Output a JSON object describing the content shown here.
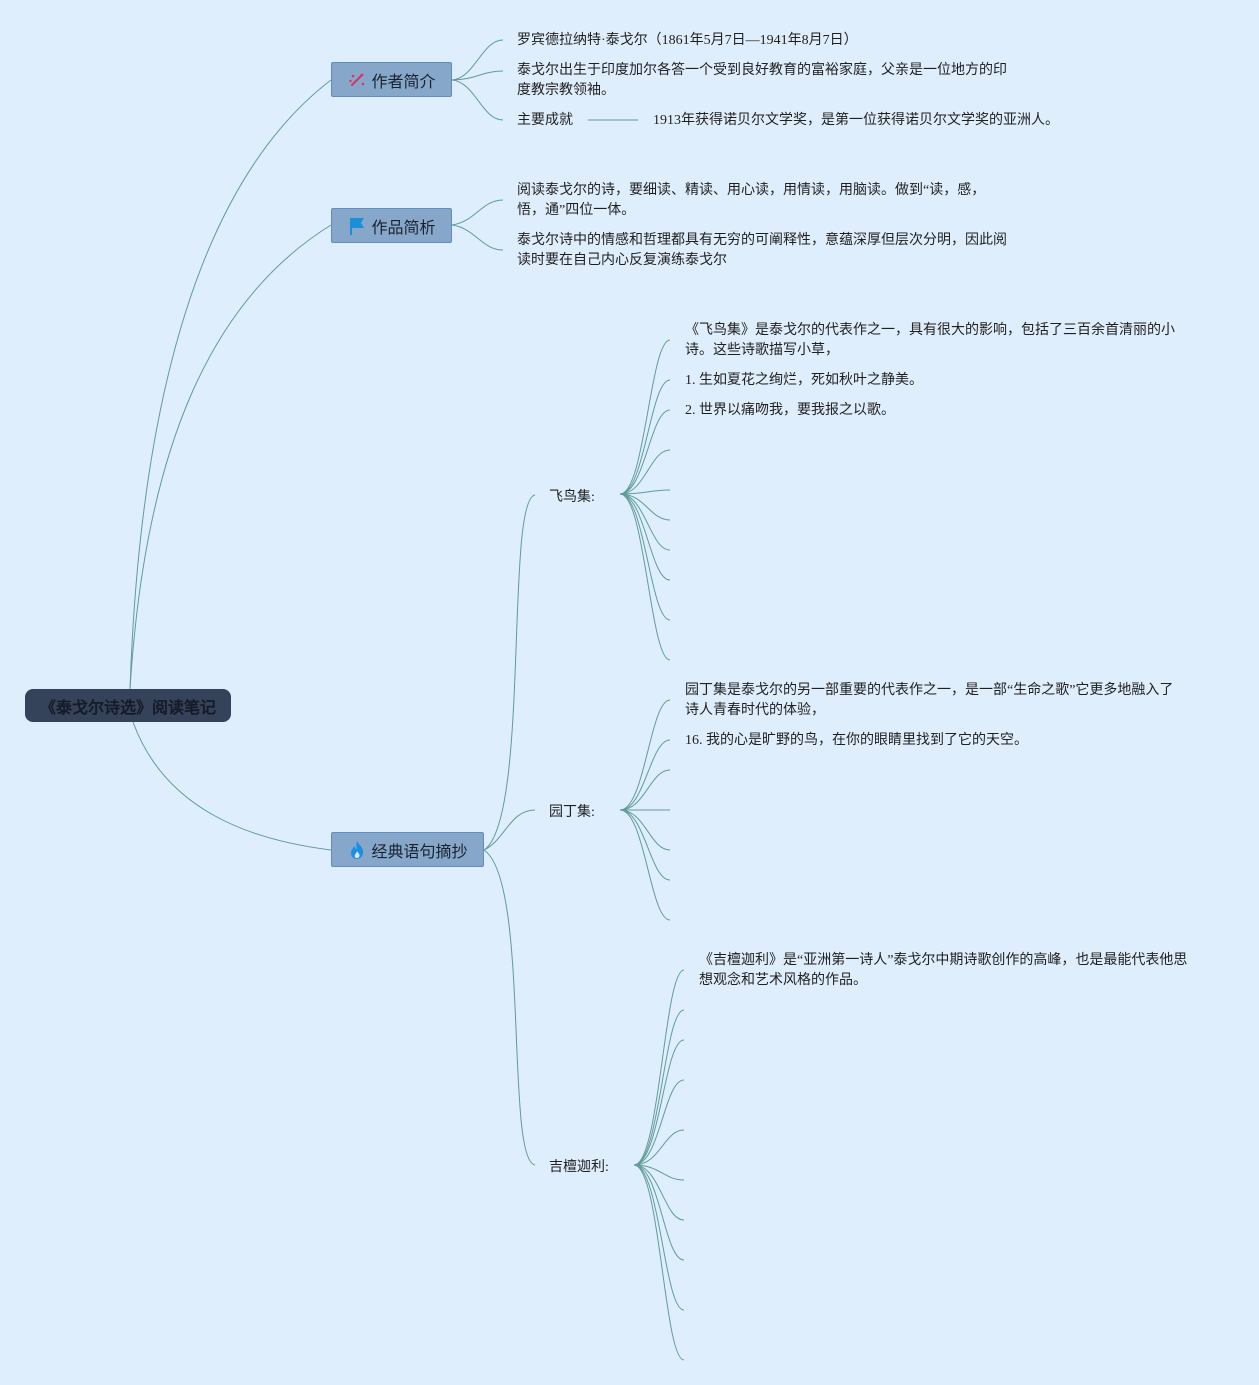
{
  "root": {
    "title": "《泰戈尔诗选》阅读笔记"
  },
  "branches": [
    {
      "label": "作者简介",
      "icon": "sparkle-wand-icon",
      "icon_color": "#d6336c",
      "leaves": [
        "罗宾德拉纳特·泰戈尔（1861年5月7日—1941年8月7日）",
        "泰戈尔出生于印度加尔各答一个受到良好教育的富裕家庭，父亲是一位地方的印度教宗教领袖。",
        "主要成就"
      ],
      "achievement": "1913年获得诺贝尔文学奖，是第一位获得诺贝尔文学奖的亚洲人。"
    },
    {
      "label": "作品简析",
      "icon": "flag-icon",
      "icon_color": "#1c8fd6",
      "leaves": [
        "阅读泰戈尔的诗，要细读、精读、用心读，用情读，用脑读。做到“读，感，悟，通”四位一体。",
        "泰戈尔诗中的情感和哲理都具有无穷的可阐释性，意蕴深厚但层次分明，因此阅读时要在自己内心反复演练泰戈尔"
      ]
    },
    {
      "label": "经典语句摘抄",
      "icon": "flame-icon",
      "icon_color": "#1e8ee0",
      "collections": [
        {
          "label": "飞鸟集:",
          "leaves": [
            "《飞鸟集》是泰戈尔的代表作之一，具有很大的影响，包括了三百余首清丽的小诗。这些诗歌描写小草，",
            "1. 生如夏花之绚烂，死如秋叶之静美。",
            "2. 世界以痛吻我，要我报之以歌。"
          ]
        },
        {
          "label": "园丁集:",
          "leaves": [
            "园丁集是泰戈尔的另一部重要的代表作之一，是一部“生命之歌”它更多地融入了诗人青春时代的体验，",
            "16. 我的心是旷野的鸟，在你的眼睛里找到了它的天空。"
          ]
        },
        {
          "label": "吉檀迦利:",
          "leaves": [
            "《吉檀迦利》是“亚洲第一诗人”泰戈尔中期诗歌创作的高峰，也是最能代表他思想观念和艺术风格的作品。"
          ]
        }
      ]
    }
  ],
  "colors": {
    "background": "#dfeefd",
    "root_fill": "#34425a",
    "branch_fill": "#86a7c9",
    "connector": "#5f9c96"
  }
}
